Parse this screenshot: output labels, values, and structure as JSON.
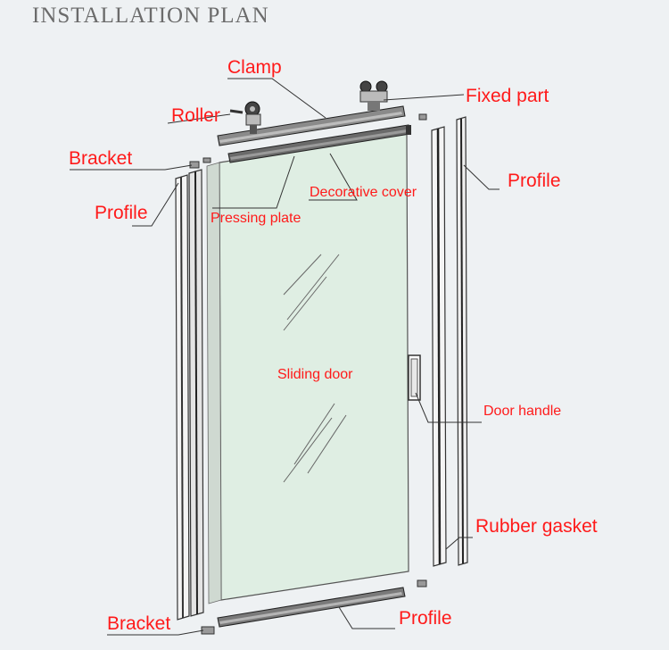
{
  "title": "INSTALLATION PLAN",
  "labels": {
    "clamp": "Clamp",
    "roller": "Roller",
    "fixed_part": "Fixed part",
    "bracket_top": "Bracket",
    "profile_left": "Profile",
    "profile_right": "Profile",
    "decorative_cover": "Decorative cover",
    "pressing_plate": "Pressing plate",
    "sliding_door": "Sliding door",
    "door_handle": "Door handle",
    "rubber_gasket": "Rubber gasket",
    "bracket_bottom": "Bracket",
    "profile_bottom": "Profile"
  },
  "colors": {
    "label": "#ff1a1a",
    "line": "#333333",
    "glass": "#dfeee3",
    "background": "#eef1f3"
  }
}
